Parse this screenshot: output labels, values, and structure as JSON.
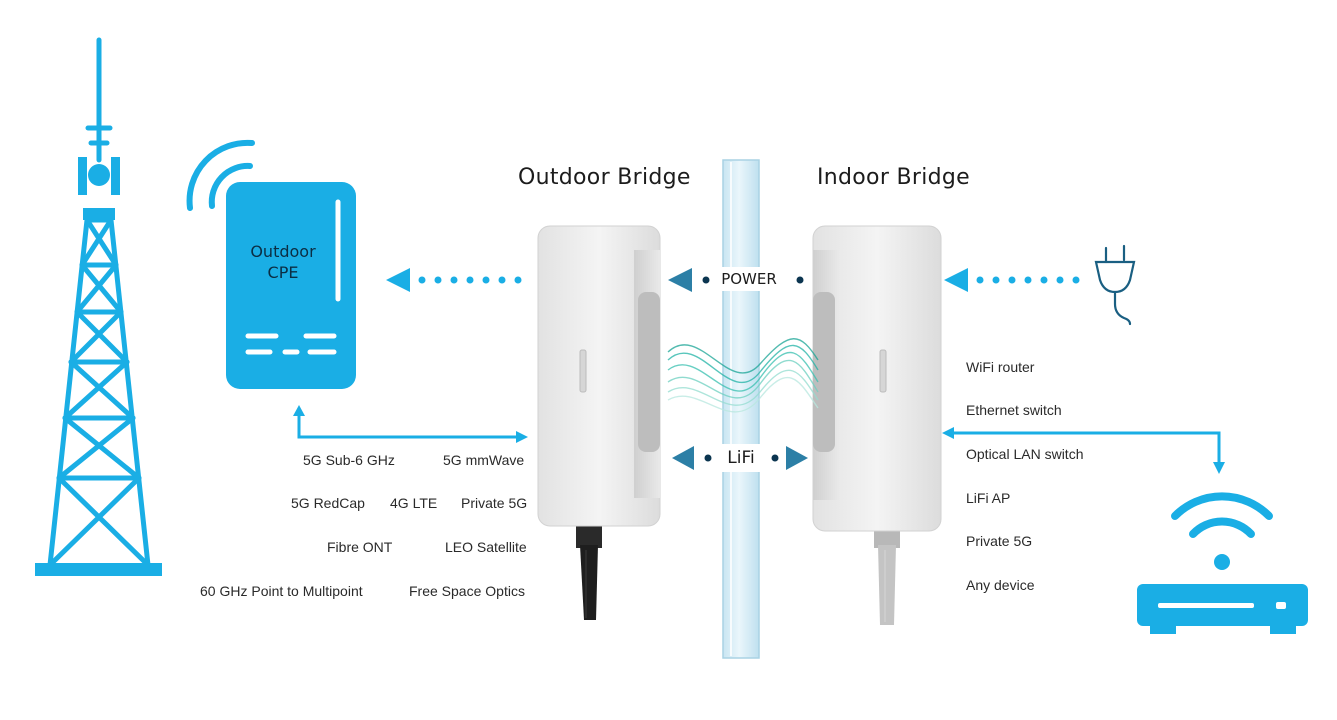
{
  "titles": {
    "outdoor_bridge": "Outdoor Bridge",
    "indoor_bridge": "Indoor Bridge"
  },
  "cpe": {
    "line1": "Outdoor",
    "line2": "CPE"
  },
  "links": {
    "power": "POWER",
    "lifi": "LiFi"
  },
  "backhaul_options": [
    [
      "5G Sub-6 GHz",
      "5G mmWave"
    ],
    [
      "5G RedCap",
      "4G LTE",
      "Private 5G"
    ],
    [
      "Fibre ONT",
      "LEO Satellite"
    ],
    [
      "60 GHz Point to Multipoint",
      "Free Space Optics"
    ]
  ],
  "indoor_devices": [
    "WiFi router",
    "Ethernet switch",
    "Optical LAN switch",
    "LiFi AP",
    "Private 5G",
    "Any device"
  ],
  "icons": [
    "cell-tower-icon",
    "wireless-signal-icon",
    "power-plug-icon",
    "wifi-router-icon"
  ],
  "colors": {
    "accent_blue": "#1aaee5",
    "dark_blue": "#0b3550",
    "arrow_teal": "#2c7fa6",
    "glass": "#d9eef7",
    "device_body": "#ececec",
    "cable_black": "#1e1e1e",
    "cable_grey": "#c4c4c4"
  }
}
